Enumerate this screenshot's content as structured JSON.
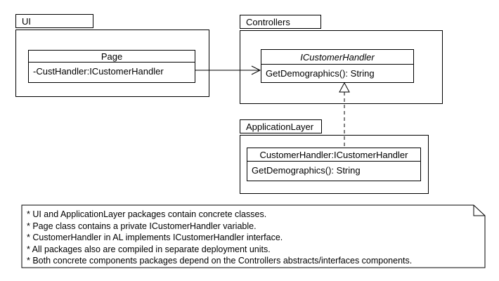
{
  "diagram": {
    "packages": {
      "ui": {
        "label": "UI"
      },
      "controllers": {
        "label": "Controllers"
      },
      "application_layer": {
        "label": "ApplicationLayer"
      }
    },
    "classes": {
      "page": {
        "name": "Page",
        "attribute": "-CustHandler:ICustomerHandler"
      },
      "icustomer_handler": {
        "name": "ICustomerHandler",
        "method": "GetDemographics(): String"
      },
      "customer_handler": {
        "name": "CustomerHandler:ICustomerHandler",
        "method": "GetDemographics(): String"
      }
    },
    "connectors": {
      "association": "open-arrow-page-to-icustomerhandler",
      "realization": "dashed-hollow-triangle-customerhandler-to-icustomerhandler"
    },
    "note": {
      "lines": [
        "* UI and ApplicationLayer packages contain concrete classes.",
        "* Page class contains a private ICustomerHandler variable.",
        "* CustomerHandler in AL implements ICustomerHandler interface.",
        "* All packages also are compiled in separate deployment units.",
        "* Both concrete components packages depend on the Controllers abstracts/interfaces components."
      ]
    },
    "colors": {
      "stroke": "#000000",
      "fill": "#ffffff",
      "text": "#000000"
    }
  }
}
